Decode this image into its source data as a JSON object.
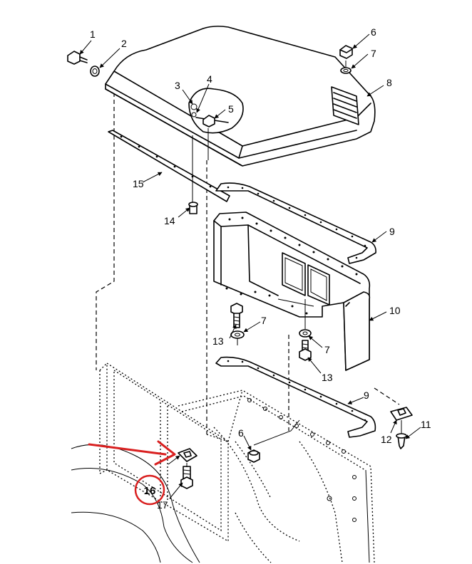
{
  "figure": {
    "callouts": [
      {
        "id": "1",
        "text": "1"
      },
      {
        "id": "2",
        "text": "2"
      },
      {
        "id": "3",
        "text": "3"
      },
      {
        "id": "4",
        "text": "4"
      },
      {
        "id": "5",
        "text": "5"
      },
      {
        "id": "6a",
        "text": "6"
      },
      {
        "id": "7a",
        "text": "7"
      },
      {
        "id": "8",
        "text": "8"
      },
      {
        "id": "9a",
        "text": "9"
      },
      {
        "id": "10",
        "text": "10"
      },
      {
        "id": "7b",
        "text": "7"
      },
      {
        "id": "13a",
        "text": "13"
      },
      {
        "id": "7c",
        "text": "7"
      },
      {
        "id": "13b",
        "text": "13"
      },
      {
        "id": "14",
        "text": "14"
      },
      {
        "id": "15",
        "text": "15"
      },
      {
        "id": "9b",
        "text": "9"
      },
      {
        "id": "11",
        "text": "11"
      },
      {
        "id": "12",
        "text": "12"
      },
      {
        "id": "6b",
        "text": "6"
      },
      {
        "id": "17",
        "text": "17"
      }
    ],
    "highlight": {
      "label": "16",
      "circle_color": "#d92020",
      "arrow_color": "#d92020"
    }
  }
}
